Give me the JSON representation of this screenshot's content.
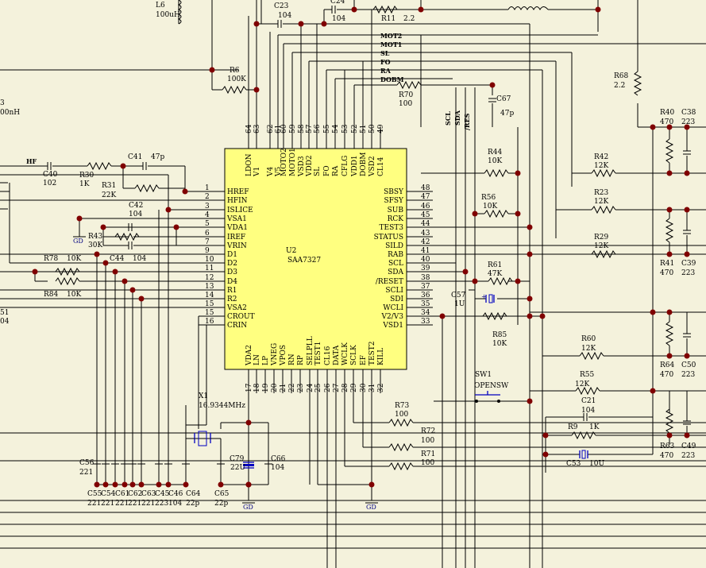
{
  "chip": {
    "ref": "U2",
    "part": "SAA7327",
    "left_pins": [
      {
        "num": "1",
        "name": "HREF"
      },
      {
        "num": "2",
        "name": "HFIN"
      },
      {
        "num": "3",
        "name": "ISLICE"
      },
      {
        "num": "4",
        "name": "VSA1"
      },
      {
        "num": "5",
        "name": "VDA1"
      },
      {
        "num": "6",
        "name": "IREF"
      },
      {
        "num": "7",
        "name": "VRIN"
      },
      {
        "num": "9",
        "name": "D1"
      },
      {
        "num": "10",
        "name": "D2"
      },
      {
        "num": "11",
        "name": "D3"
      },
      {
        "num": "12",
        "name": "D4"
      },
      {
        "num": "13",
        "name": "R1"
      },
      {
        "num": "14",
        "name": "R2"
      },
      {
        "num": "15",
        "name": "VSA2"
      },
      {
        "num": "15",
        "name": "CROUT"
      },
      {
        "num": "16",
        "name": "CRIN"
      }
    ],
    "right_pins": [
      {
        "num": "48",
        "name": "SBSY"
      },
      {
        "num": "47",
        "name": "SFSY"
      },
      {
        "num": "46",
        "name": "SUB"
      },
      {
        "num": "45",
        "name": "RCK"
      },
      {
        "num": "44",
        "name": "TEST3"
      },
      {
        "num": "43",
        "name": "STATUS"
      },
      {
        "num": "42",
        "name": "SILD"
      },
      {
        "num": "41",
        "name": "RAB"
      },
      {
        "num": "40",
        "name": "SCL"
      },
      {
        "num": "39",
        "name": "SDA"
      },
      {
        "num": "38",
        "name": "/RESET"
      },
      {
        "num": "37",
        "name": "SCLI"
      },
      {
        "num": "36",
        "name": "SDI"
      },
      {
        "num": "35",
        "name": "WCLI"
      },
      {
        "num": "34",
        "name": "V2/V3"
      },
      {
        "num": "33",
        "name": "VSD1"
      }
    ],
    "top_pins": [
      {
        "num": "64",
        "name": "LDON"
      },
      {
        "num": "63",
        "name": "V1"
      },
      {
        "num": "62",
        "name": "V4"
      },
      {
        "num": "61",
        "name": "V5"
      },
      {
        "num": "60",
        "name": "MOTO2"
      },
      {
        "num": "59",
        "name": "MOTO1"
      },
      {
        "num": "58",
        "name": "VSD3"
      },
      {
        "num": "57",
        "name": "VDD2"
      },
      {
        "num": "56",
        "name": "SL"
      },
      {
        "num": "55",
        "name": "FO"
      },
      {
        "num": "54",
        "name": "RA"
      },
      {
        "num": "53",
        "name": "CFLG"
      },
      {
        "num": "52",
        "name": "VDD1"
      },
      {
        "num": "51",
        "name": "DOBM"
      },
      {
        "num": "50",
        "name": "VSD2"
      },
      {
        "num": "49",
        "name": "CL14"
      }
    ],
    "bottom_pins": [
      {
        "num": "17",
        "name": "VDA2"
      },
      {
        "num": "18",
        "name": "LN"
      },
      {
        "num": "19",
        "name": "LP"
      },
      {
        "num": "20",
        "name": "VNEG"
      },
      {
        "num": "21",
        "name": "VPOS"
      },
      {
        "num": "22",
        "name": "RN"
      },
      {
        "num": "23",
        "name": "RP"
      },
      {
        "num": "24",
        "name": "SELPLL"
      },
      {
        "num": "25",
        "name": "TEST1"
      },
      {
        "num": "26",
        "name": "CL16"
      },
      {
        "num": "27",
        "name": "DATA"
      },
      {
        "num": "28",
        "name": "WCLK"
      },
      {
        "num": "29",
        "name": "SCLK"
      },
      {
        "num": "30",
        "name": "EF"
      },
      {
        "num": "31",
        "name": "TEST2"
      },
      {
        "num": "32",
        "name": "KILL"
      }
    ]
  },
  "bus_labels": [
    "MOT2",
    "MOT1",
    "SL",
    "FO",
    "RA",
    "DOBM"
  ],
  "vert_labels": [
    "SCL",
    "SDA",
    "/RES"
  ],
  "net_labels": {
    "hf": "HF",
    "gd": "GD"
  },
  "components": [
    {
      "id": "L6",
      "ref": "L6",
      "value": "100uH"
    },
    {
      "id": "C23",
      "ref": "C23",
      "value": "104"
    },
    {
      "id": "C24",
      "ref": "C24",
      "value": "104"
    },
    {
      "id": "R11",
      "ref": "R11",
      "value": "2.2"
    },
    {
      "id": "R6",
      "ref": "R6",
      "value": "100K"
    },
    {
      "id": "R68",
      "ref": "R68",
      "value": "2.2"
    },
    {
      "id": "R70",
      "ref": "R70",
      "value": "100"
    },
    {
      "id": "C67",
      "ref": "C67",
      "value": "47p"
    },
    {
      "id": "C41",
      "ref": "C41",
      "value": "47p"
    },
    {
      "id": "C40",
      "ref": "C40",
      "value": "102"
    },
    {
      "id": "R30",
      "ref": "R30",
      "value": "1K"
    },
    {
      "id": "R31",
      "ref": "R31",
      "value": "22K"
    },
    {
      "id": "C42",
      "ref": "C42",
      "value": "104"
    },
    {
      "id": "R43",
      "ref": "R43",
      "value": "30K"
    },
    {
      "id": "R78",
      "ref": "R78",
      "value": "10K"
    },
    {
      "id": "C44",
      "ref": "C44",
      "value": "104"
    },
    {
      "id": "R84",
      "ref": "R84",
      "value": "10K"
    },
    {
      "id": "R44",
      "ref": "R44",
      "value": "10K"
    },
    {
      "id": "R56",
      "ref": "R56",
      "value": "10K"
    },
    {
      "id": "R61",
      "ref": "R61",
      "value": "47K"
    },
    {
      "id": "C57",
      "ref": "C57",
      "value": "1U"
    },
    {
      "id": "R85",
      "ref": "R85",
      "value": "10K"
    },
    {
      "id": "R42",
      "ref": "R42",
      "value": "12K"
    },
    {
      "id": "R23",
      "ref": "R23",
      "value": "12K"
    },
    {
      "id": "R29",
      "ref": "R29",
      "value": "12K"
    },
    {
      "id": "R40",
      "ref": "R40",
      "value": "470"
    },
    {
      "id": "C38",
      "ref": "C38",
      "value": "223"
    },
    {
      "id": "R41",
      "ref": "R41",
      "value": "470"
    },
    {
      "id": "C39",
      "ref": "C39",
      "value": "223"
    },
    {
      "id": "R60",
      "ref": "R60",
      "value": "12K"
    },
    {
      "id": "R64",
      "ref": "R64",
      "value": "470"
    },
    {
      "id": "C50",
      "ref": "C50",
      "value": "223"
    },
    {
      "id": "R55",
      "ref": "R55",
      "value": "12K"
    },
    {
      "id": "SW1",
      "ref": "SW1",
      "value": "OPENSW"
    },
    {
      "id": "C21",
      "ref": "C21",
      "value": "104"
    },
    {
      "id": "R9",
      "ref": "R9",
      "value": "1K"
    },
    {
      "id": "C53",
      "ref": "C53",
      "value": "10U"
    },
    {
      "id": "R63",
      "ref": "R63",
      "value": "470"
    },
    {
      "id": "C49",
      "ref": "C49",
      "value": "223"
    },
    {
      "id": "R73",
      "ref": "R73",
      "value": "100"
    },
    {
      "id": "R72",
      "ref": "R72",
      "value": "100"
    },
    {
      "id": "R71",
      "ref": "R71",
      "value": "100"
    },
    {
      "id": "X1",
      "ref": "X1",
      "value": "16.9344MHz"
    },
    {
      "id": "C79",
      "ref": "C79",
      "value": "22U"
    },
    {
      "id": "C66",
      "ref": "C66",
      "value": "104"
    },
    {
      "id": "C56",
      "ref": "C56",
      "value": "221"
    },
    {
      "id": "C64",
      "ref": "C64",
      "value": "22p"
    },
    {
      "id": "C65",
      "ref": "C65",
      "value": "22p"
    }
  ],
  "bottom_caps": [
    {
      "ref": "C55",
      "value": "221"
    },
    {
      "ref": "C54",
      "value": "221"
    },
    {
      "ref": "C61",
      "value": "221"
    },
    {
      "ref": "C62",
      "value": "221"
    },
    {
      "ref": "C63",
      "value": "221"
    },
    {
      "ref": "C45",
      "value": "223"
    },
    {
      "ref": "C46",
      "value": "104"
    }
  ],
  "edge_labels": {
    "left_top_ref": "3",
    "left_top_val": "00nH",
    "left_mid_ref": "51",
    "left_mid_val": "04"
  }
}
